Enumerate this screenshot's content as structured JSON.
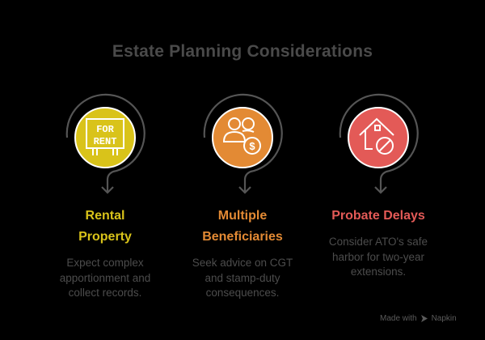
{
  "title": "Estate Planning Considerations",
  "items": [
    {
      "heading_line1": "Rental",
      "heading_line2": "Property",
      "description_lines": [
        "Expect complex",
        "apportionment and",
        "collect records."
      ],
      "color": "#d9c31a",
      "icon": "for-rent-sign-icon",
      "icon_text_1": "FOR",
      "icon_text_2": "RENT"
    },
    {
      "heading_line1": "Multiple",
      "heading_line2": "Beneficiaries",
      "description_lines": [
        "Seek advice on CGT",
        "and stamp-duty",
        "consequences."
      ],
      "color": "#e38a34",
      "icon": "people-with-dollar-icon"
    },
    {
      "heading_line1": "Probate Delays",
      "heading_line2": "",
      "description_lines": [
        "Consider ATO's safe",
        "harbor for two-year",
        "extensions."
      ],
      "color": "#e35a57",
      "icon": "house-prohibited-icon"
    }
  ],
  "footer": {
    "prefix": "Made with",
    "brand": "Napkin",
    "icon": "napkin-logo-icon"
  }
}
